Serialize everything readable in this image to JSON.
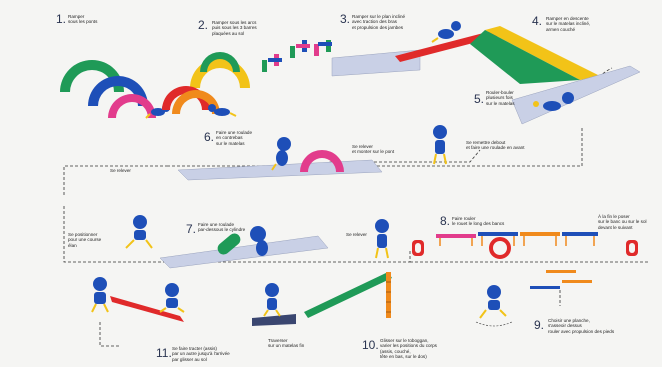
{
  "steps": [
    {
      "num": "1.",
      "text": "Ramper\nsous les ponts"
    },
    {
      "num": "2.",
      "text": "Ramper sous les arcs\npuis sous les 3 barres\nplaquées au sol"
    },
    {
      "num": "3.",
      "text": "Ramper sur le plan incliné\navec traction des bras\net propulsion des jambes"
    },
    {
      "num": "4.",
      "text": "Ramper en descente\nsur le matelas incliné,\narmen couché"
    },
    {
      "num": "5.",
      "text": "Rouler-bouler\nplusieurs fois\nsur le matelas"
    },
    {
      "num": "6.",
      "text": "Faire une roulade\nen contrebas\nsur le matelas"
    },
    {
      "num": "7.",
      "text": "Faire une roulade\npar-dessous le cylindre"
    },
    {
      "num": "8.",
      "text": "Faire rouler\nle rouet le long des bancs"
    },
    {
      "num": "9.",
      "text": "Choisir une planche,\ns'asseoir dessus\nrouler avec propulsion des pieds"
    },
    {
      "num": "10.",
      "text": "Glisser sur le toboggan,\nvarier les positions du corps\n(assis, couché,\ntête en bas, sur le dos)"
    },
    {
      "num": "11.",
      "text": "Se faire tracter (assis)\npar un autre jusqu'à l'arrivée\npar glisser au sol"
    }
  ],
  "captions": {
    "se_relever_top": "Se relever",
    "se_relever_monter": "Se relever\net monter sur le pont",
    "se_remettre_debout": "Se remettre debout\net faire une roulade en avant",
    "se_positionner": "Se positionner\npour une course\nélan",
    "se_relever_mid": "Se relever",
    "a_la_fin": "À la fin le poser\nsur le banc ou sur le sol\ndevant le suivant",
    "traverser": "Traverser\nsur un matelas fin"
  },
  "colors": {
    "blue": "#1e4fb8",
    "red": "#e02a2a",
    "yellow": "#f2c318",
    "green": "#1f9a57",
    "pink": "#e23c8c",
    "mat": "#c9d0e6"
  }
}
